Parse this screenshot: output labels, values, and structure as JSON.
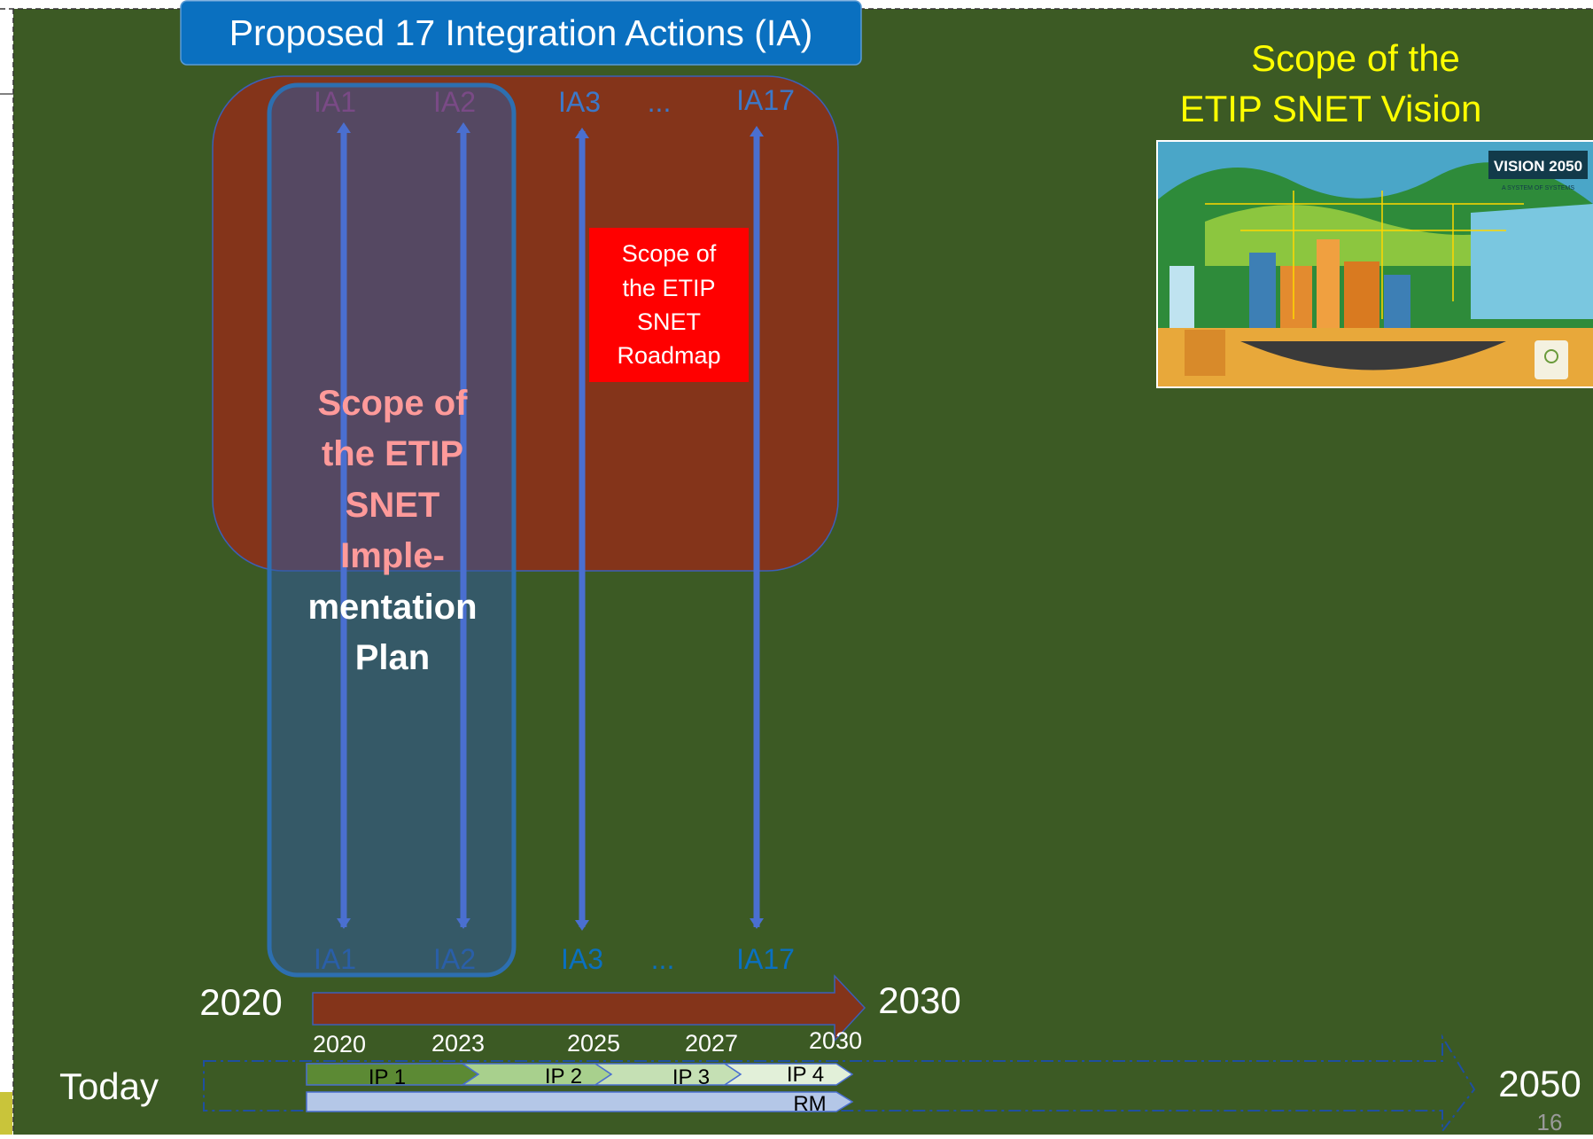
{
  "header": {
    "title": "Proposed 17 Integration Actions (IA)"
  },
  "vision": {
    "caption_line1": "Scope of the",
    "caption_line2": "ETIP SNET Vision",
    "badge": "VISION 2050",
    "badge_sub": "A SYSTEM OF SYSTEMS"
  },
  "integration_actions": {
    "top": [
      "IA1",
      "IA2",
      "IA3",
      "...",
      "IA17"
    ],
    "bottom": [
      "IA1",
      "IA2",
      "IA3",
      "...",
      "IA17"
    ]
  },
  "roadmap_box": {
    "lines": [
      "Scope of",
      "the ETIP",
      "SNET",
      "Roadmap"
    ]
  },
  "implementation_plan": {
    "lines_pink": [
      "Scope of",
      "the ETIP",
      "SNET",
      "Imple-"
    ],
    "lines_white": [
      "mentation",
      "Plan"
    ]
  },
  "timeline": {
    "range_start": "2020",
    "range_end": "2030",
    "today_label": "Today",
    "far_label": "2050",
    "year_ticks": [
      "2020",
      "2023",
      "2025",
      "2027",
      "2030"
    ],
    "phases": [
      "IP 1",
      "IP 2",
      "IP 3",
      "IP 4"
    ],
    "roadmap_bar_label": "RM"
  },
  "page_number": "16",
  "colors": {
    "background": "#3c5a24",
    "title_bar": "#0a70c0",
    "roadmap_region": "#84341a",
    "implementation_region": "#2f4f78",
    "roadmap_box": "#ff0000",
    "vision_text": "#ffff00",
    "ia_arrow": "#4a6fd0",
    "pink_text": "#ff9a9a"
  }
}
